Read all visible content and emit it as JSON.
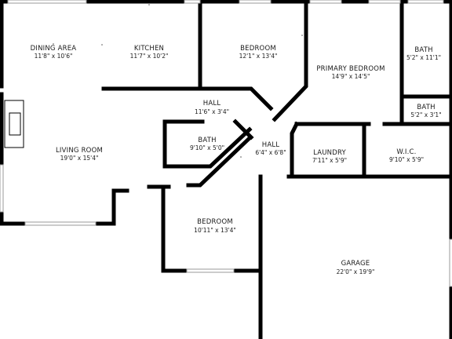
{
  "rooms": {
    "dining": {
      "name": "DINING AREA",
      "dims": "11'8\" x 10'6\""
    },
    "kitchen": {
      "name": "KITCHEN",
      "dims": "11'7\" x 10'2\""
    },
    "bedroom1": {
      "name": "BEDROOM",
      "dims": "12'1\" x 13'4\""
    },
    "primary": {
      "name": "PRIMARY BEDROOM",
      "dims": "14'9\" x 14'5\""
    },
    "bath1": {
      "name": "BATH",
      "dims": "5'2\" x 11'1\""
    },
    "bath2": {
      "name": "BATH",
      "dims": "5'2\" x 3'1\""
    },
    "hall1": {
      "name": "HALL",
      "dims": "11'6\" x 3'4\""
    },
    "bath3": {
      "name": "BATH",
      "dims": "9'10\" x 5'0\""
    },
    "hall2": {
      "name": "HALL",
      "dims": "6'4\" x 6'8\""
    },
    "laundry": {
      "name": "LAUNDRY",
      "dims": "7'11\" x 5'9\""
    },
    "wic": {
      "name": "W.I.C.",
      "dims": "9'10\" x 5'9\""
    },
    "living": {
      "name": "LIVING ROOM",
      "dims": "19'0\" x 15'4\""
    },
    "bedroom2": {
      "name": "BEDROOM",
      "dims": "10'11\" x 13'4\""
    },
    "garage": {
      "name": "GARAGE",
      "dims": "22'0\" x 19'9\""
    }
  }
}
